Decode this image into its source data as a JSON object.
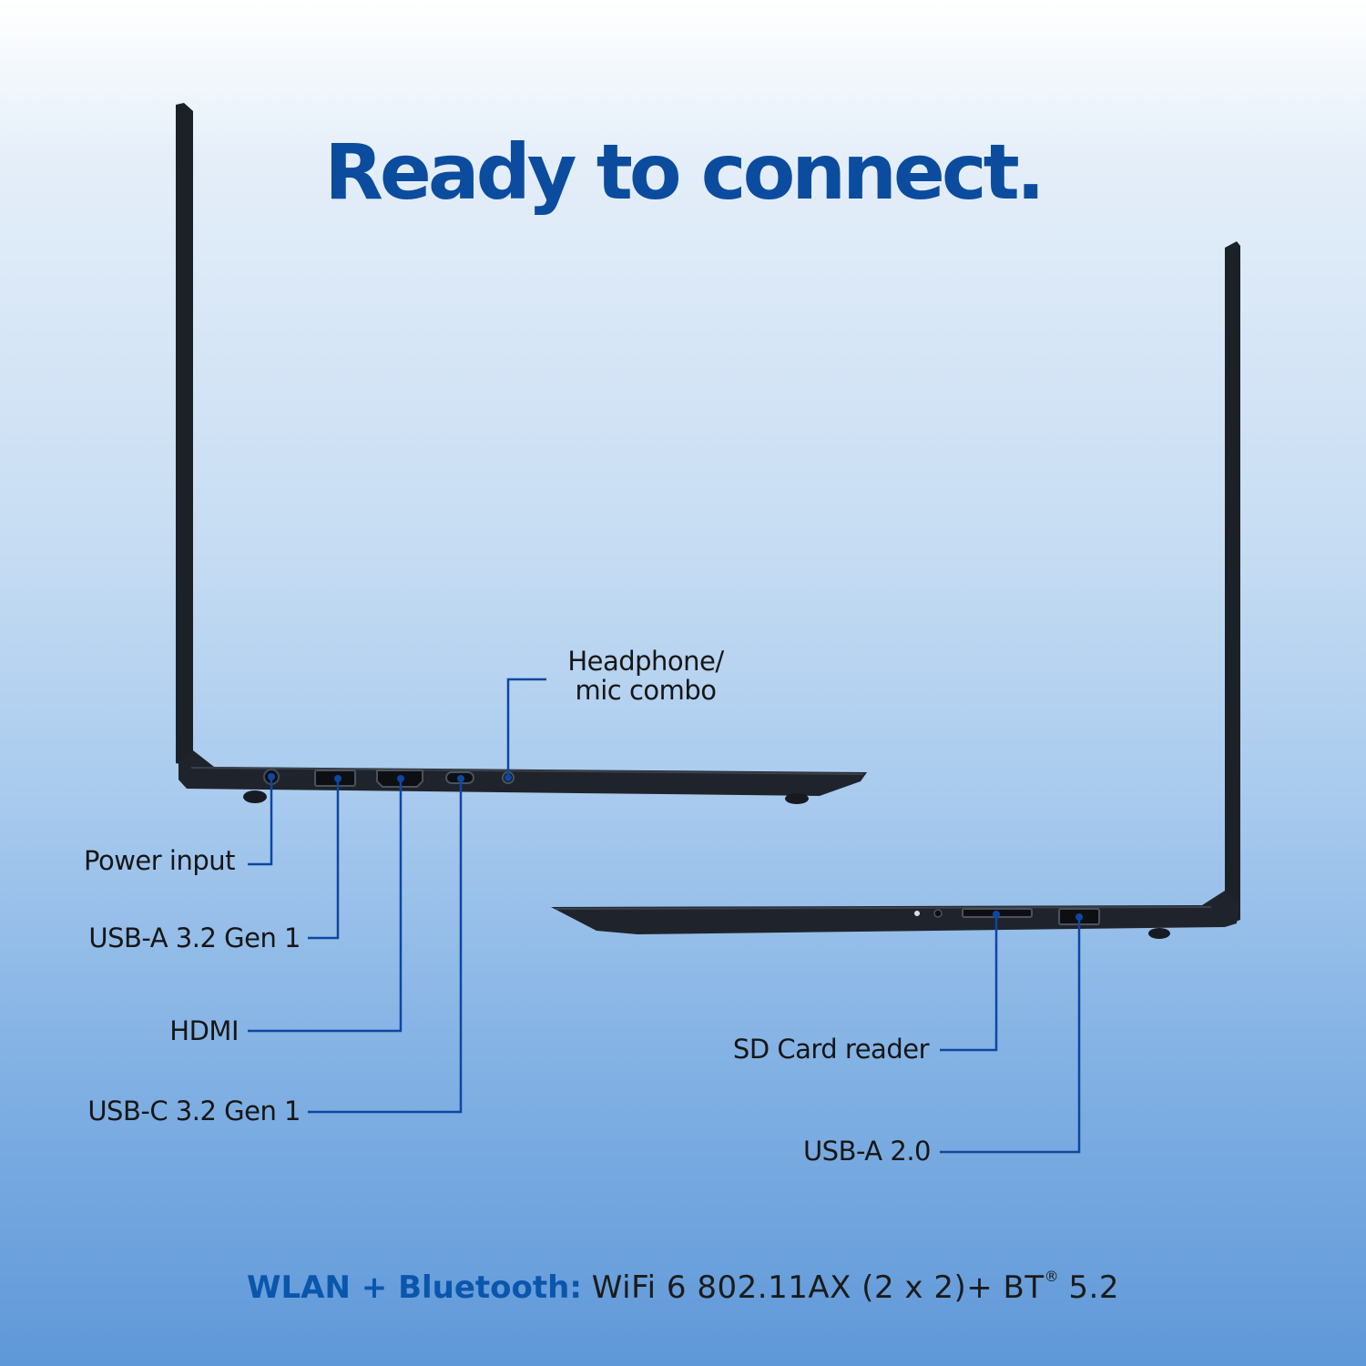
{
  "headline": "Ready to connect.",
  "left_ports": {
    "headphone_line1": "Headphone/",
    "headphone_line2": "mic combo",
    "power": "Power input",
    "usb_a_32": "USB-A 3.2 Gen 1",
    "hdmi": "HDMI",
    "usb_c_32": "USB-C 3.2 Gen 1"
  },
  "right_ports": {
    "sd_card": "SD Card reader",
    "usb_a_20": "USB-A 2.0"
  },
  "footer": {
    "key": "WLAN + Bluetooth:",
    "value": "WiFi 6 802.11AX (2 x 2)+ BT",
    "registered": "®",
    "version": "5.2"
  },
  "colors": {
    "headline": "#0b4c9e",
    "callout_line": "#0d47a1",
    "laptop_body": "#1f242c"
  }
}
